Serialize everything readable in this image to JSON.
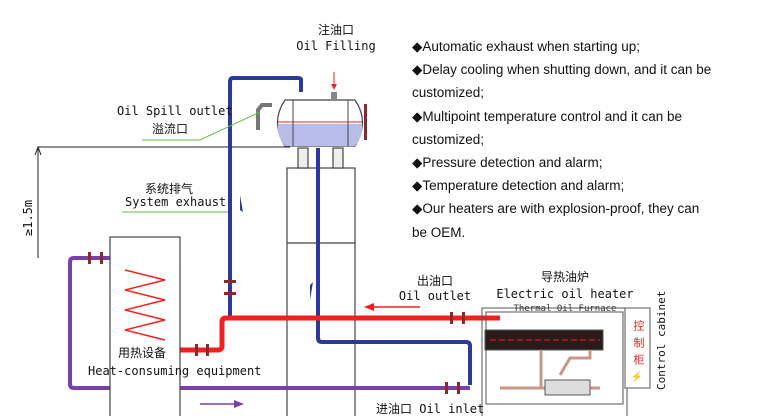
{
  "labels": {
    "oil_filling_cn": "注油口",
    "oil_filling_en": "Oil Filling",
    "oil_spill_en": "Oil Spill outlet",
    "oil_spill_cn": "溢流口",
    "system_exhaust_cn": "系统排气",
    "system_exhaust_en": "System exhaust",
    "height_dim": "≥1.5m",
    "heat_consuming_cn": "用热设备",
    "heat_consuming_en": "Heat-consuming equipment",
    "oil_outlet_cn": "出油口",
    "oil_outlet_en": "Oil outlet",
    "heater_cn": "导热油炉",
    "heater_en": "Electric oil heater",
    "heater_en2": "Thermal Oil Furnace",
    "control_cn": "控制柜",
    "control_en": "Control cabinet",
    "oil_inlet": "进油口 Oil inlet"
  },
  "features": [
    "◆Automatic exhaust when starting up;",
    "◆Delay cooling when shutting down, and it can be",
    "customized;",
    "◆Multipoint temperature control and it can be",
    "customized;",
    "◆Pressure detection and alarm;",
    "◆Temperature detection and alarm;",
    "◆Our heaters are with explosion-proof, they can",
    "be OEM."
  ],
  "colors": {
    "hot_pipe": "#f0201c",
    "return_pipe": "#2a3a9c",
    "cold_pipe": "#7b3fa8",
    "leader": "#5fbf3f",
    "oil": "#b8bde8"
  }
}
